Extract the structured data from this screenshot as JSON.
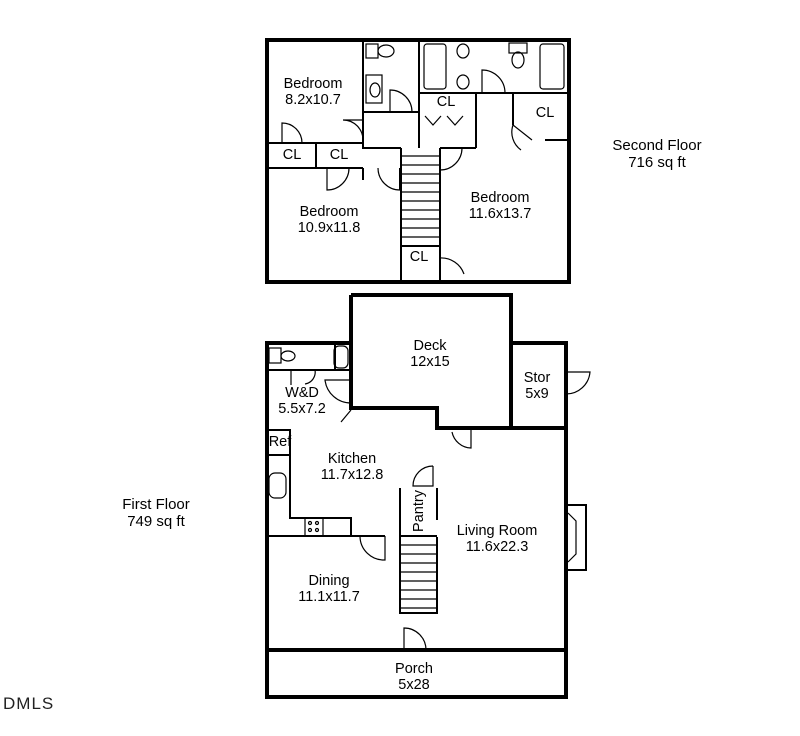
{
  "second_floor": {
    "title": "Second Floor",
    "area": "716 sq ft",
    "rooms": [
      {
        "name": "Bedroom",
        "size": "8.2x10.7"
      },
      {
        "name": "Bedroom",
        "size": "10.9x11.8"
      },
      {
        "name": "Bedroom",
        "size": "11.6x13.7"
      }
    ],
    "closets": [
      "CL",
      "CL",
      "CL",
      "CL",
      "CL"
    ]
  },
  "first_floor": {
    "title": "First Floor",
    "area": "749 sq ft",
    "rooms": [
      {
        "name": "Deck",
        "size": "12x15"
      },
      {
        "name": "Stor",
        "size": "5x9"
      },
      {
        "name": "W&D",
        "size": "5.5x7.2"
      },
      {
        "name": "Kitchen",
        "size": "11.7x12.8"
      },
      {
        "name": "Living Room",
        "size": "11.6x22.3"
      },
      {
        "name": "Dining",
        "size": "11.1x11.7"
      },
      {
        "name": "Porch",
        "size": "5x28"
      }
    ],
    "ref": "Ref",
    "pantry": "Pantry"
  },
  "logo": "DMLS"
}
